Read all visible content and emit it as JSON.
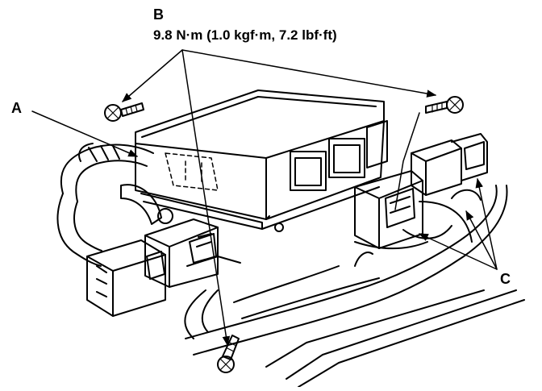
{
  "labels": {
    "b": "B",
    "torque": "9.8 N·m (1.0 kgf·m, 7.2 lbf·ft)",
    "a": "A",
    "c": "C"
  },
  "components": {
    "a": "control unit (box)",
    "b": "mounting bolts",
    "c": "connectors"
  },
  "colors": {
    "line": "#000000",
    "background": "#ffffff"
  }
}
